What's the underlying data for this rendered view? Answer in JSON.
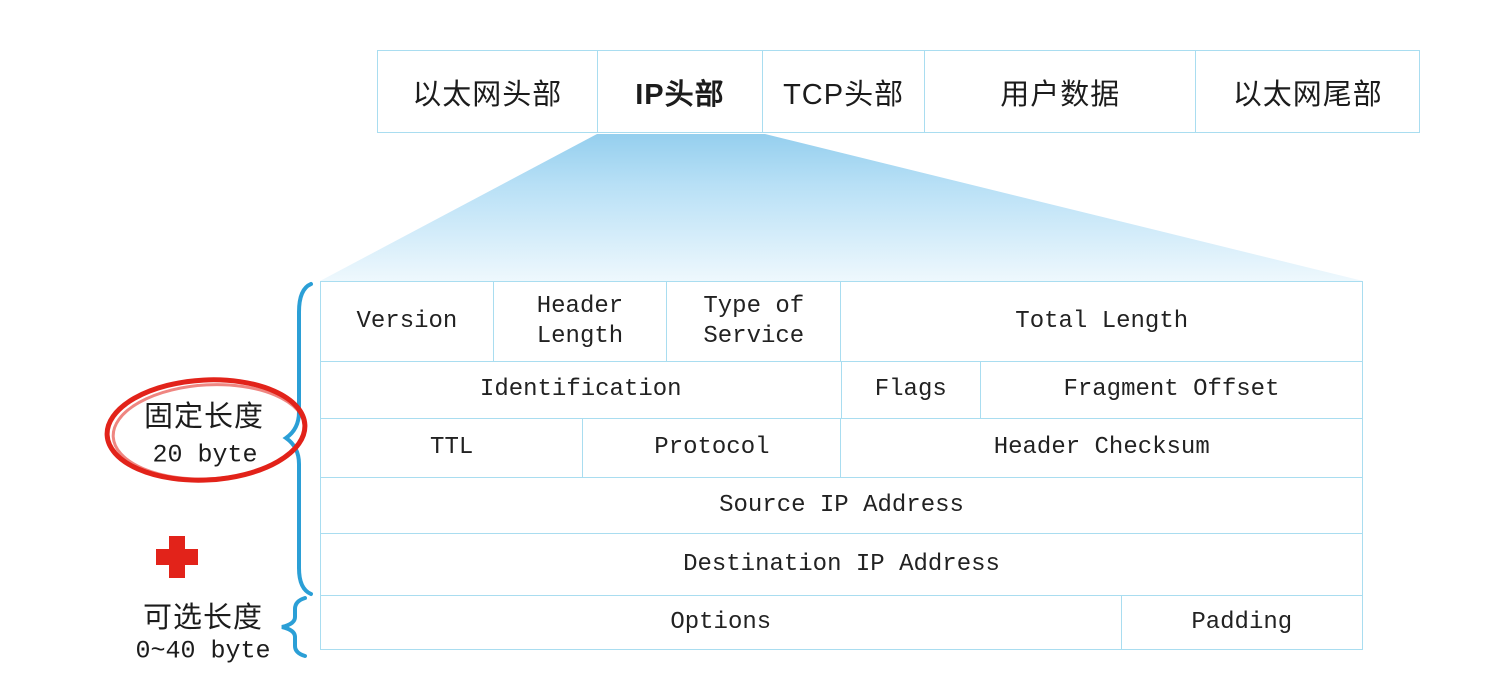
{
  "packet_layers": {
    "cells": [
      {
        "label": "以太网头部"
      },
      {
        "label": "IP头部"
      },
      {
        "label": "TCP头部"
      },
      {
        "label": "用户数据"
      },
      {
        "label": "以太网尾部"
      }
    ]
  },
  "ip_header_table": {
    "rows": [
      {
        "cells": [
          {
            "label": "Version"
          },
          {
            "label": "Header Length"
          },
          {
            "label": "Type of Service"
          },
          {
            "label": "Total Length"
          }
        ]
      },
      {
        "cells": [
          {
            "label": "Identification"
          },
          {
            "label": "Flags"
          },
          {
            "label": "Fragment Offset"
          }
        ]
      },
      {
        "cells": [
          {
            "label": "TTL"
          },
          {
            "label": "Protocol"
          },
          {
            "label": "Header Checksum"
          }
        ]
      },
      {
        "cells": [
          {
            "label": "Source IP Address"
          }
        ]
      },
      {
        "cells": [
          {
            "label": "Destination IP Address"
          }
        ]
      },
      {
        "cells": [
          {
            "label": "Options"
          },
          {
            "label": "Padding"
          }
        ]
      }
    ]
  },
  "annotations": {
    "fixed_length_label": "固定长度",
    "fixed_length_value": "20 byte",
    "optional_length_label": "可选长度",
    "optional_length_value": "0~40 byte"
  },
  "colors": {
    "table_border": "#a9ddf0",
    "brace_blue": "#2b9fd6",
    "annotation_red": "#e2231a",
    "funnel_top": "#9fd3ef",
    "funnel_bottom": "#edf7fd"
  }
}
